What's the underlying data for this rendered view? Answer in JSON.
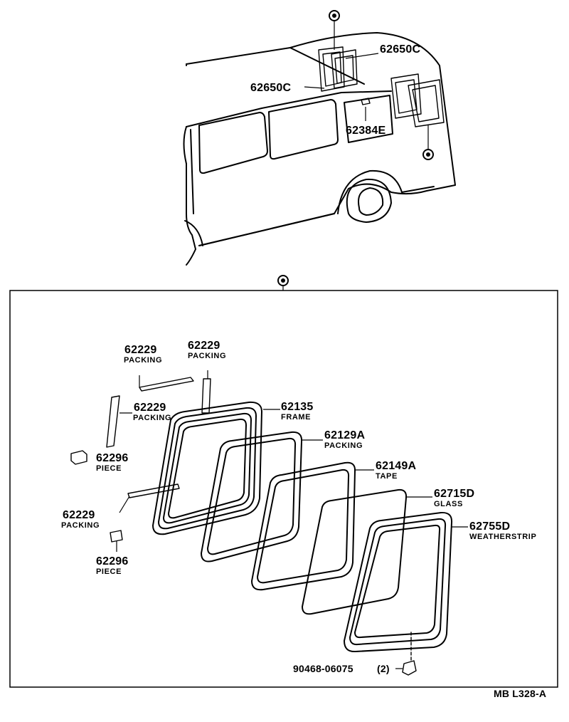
{
  "parts": [
    {
      "id": "roof-window-front",
      "number": "62650C",
      "label": ""
    },
    {
      "id": "roof-window-rear",
      "number": "62650C",
      "label": ""
    },
    {
      "id": "roof-clip",
      "number": "62384E",
      "label": ""
    },
    {
      "id": "packing-top-a",
      "number": "62229",
      "label": "PACKING"
    },
    {
      "id": "packing-top-b",
      "number": "62229",
      "label": "PACKING"
    },
    {
      "id": "packing-side",
      "number": "62229",
      "label": "PACKING"
    },
    {
      "id": "piece-upper",
      "number": "62296",
      "label": "PIECE"
    },
    {
      "id": "packing-lower",
      "number": "62229",
      "label": "PACKING"
    },
    {
      "id": "piece-lower",
      "number": "62296",
      "label": "PIECE"
    },
    {
      "id": "frame",
      "number": "62135",
      "label": "FRAME"
    },
    {
      "id": "packing-frame",
      "number": "62129A",
      "label": "PACKING"
    },
    {
      "id": "tape",
      "number": "62149A",
      "label": "TAPE"
    },
    {
      "id": "glass",
      "number": "62715D",
      "label": "GLASS"
    },
    {
      "id": "weatherstrip",
      "number": "62755D",
      "label": "WEATHERSTRIP"
    },
    {
      "id": "screw",
      "number": "90468-06075",
      "label": "(2)"
    }
  ],
  "diagram_code": "MB L328-A"
}
